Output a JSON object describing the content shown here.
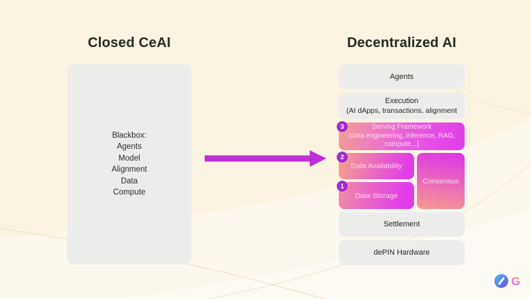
{
  "colors": {
    "background": "#fbf3e2",
    "panel_gray": "#ececeb",
    "text_dark": "#242a22",
    "arrow": "#c02fd6",
    "badge_purple": "#a42ccd",
    "gradient_salmon": "#f3a097",
    "gradient_magenta": "#e23ce9",
    "magenta_box_text": "#fbdcea"
  },
  "left": {
    "title": "Closed CeAI",
    "blackbox_lines": [
      "Blackbox:",
      "Agents",
      "Model",
      "Alignment",
      "Data",
      "Compute"
    ]
  },
  "right": {
    "title": "Decentralized AI",
    "agents": {
      "label": "Agents"
    },
    "execution": {
      "line1": "Execution",
      "line2": "(AI dApps, transactions, alignment"
    },
    "serving": {
      "badge": "3",
      "line1": "Serving Framework",
      "line2": "(data engineering, inference, RAG,",
      "line3": "compute...)"
    },
    "data_availability": {
      "badge": "2",
      "label": "Data Availability"
    },
    "data_storage": {
      "badge": "1",
      "label": "Data Storage"
    },
    "consensus": {
      "label": "Consensus"
    },
    "settlement": {
      "label": "Settlement"
    },
    "depin": {
      "label": "dePIN Hardware"
    }
  },
  "logo": {
    "g_letter": "G"
  }
}
